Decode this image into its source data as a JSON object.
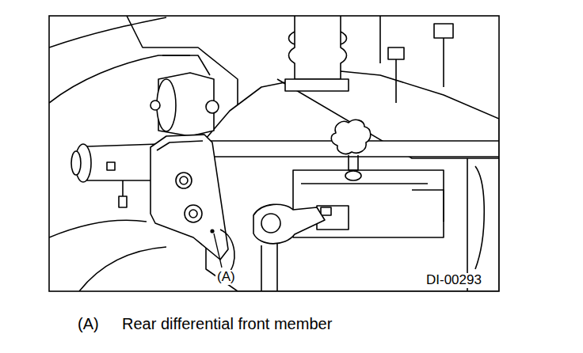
{
  "diagram": {
    "labels": [
      "(A)",
      "DI-00293",
      "(A)",
      "Rear differential front member"
    ]
  }
}
